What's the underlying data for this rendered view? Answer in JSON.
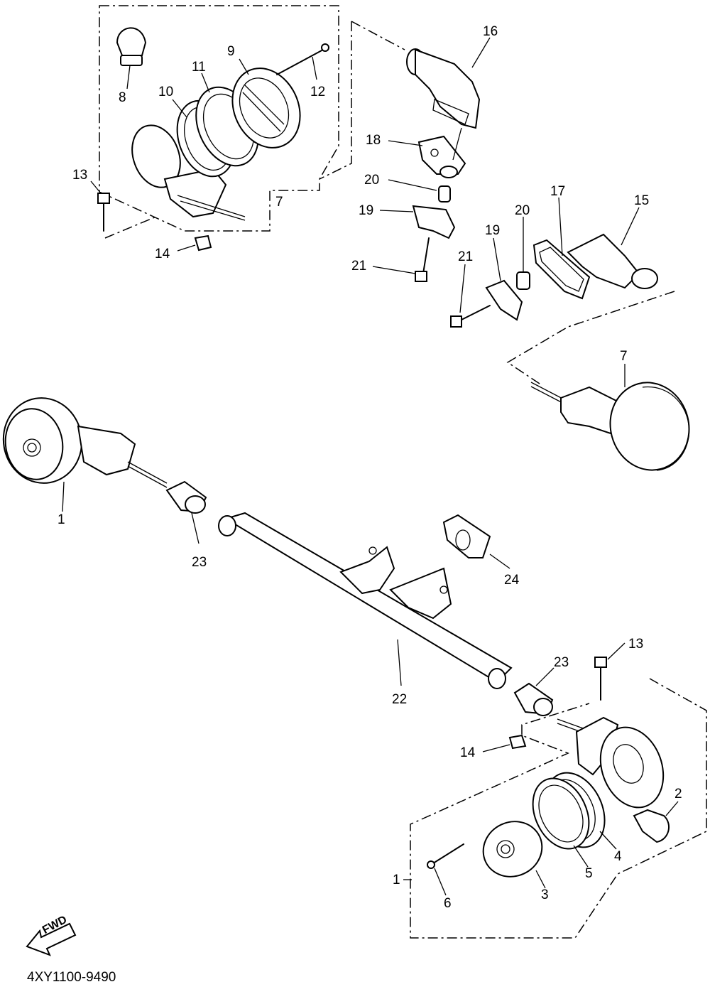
{
  "diagram": {
    "callouts": {
      "c1a": "1",
      "c1b": "1",
      "c2": "2",
      "c3": "3",
      "c4": "4",
      "c5": "5",
      "c6": "6",
      "c7a": "7",
      "c7b": "7",
      "c8": "8",
      "c9": "9",
      "c10": "10",
      "c11": "11",
      "c12": "12",
      "c13a": "13",
      "c13b": "13",
      "c14a": "14",
      "c14b": "14",
      "c15": "15",
      "c16": "16",
      "c17": "17",
      "c18": "18",
      "c19a": "19",
      "c19b": "19",
      "c20a": "20",
      "c20b": "20",
      "c21a": "21",
      "c21b": "21",
      "c22": "22",
      "c23a": "23",
      "c23b": "23",
      "c24": "24"
    },
    "direction_label": "FWD",
    "drawing_code": "4XY1100-9490"
  }
}
